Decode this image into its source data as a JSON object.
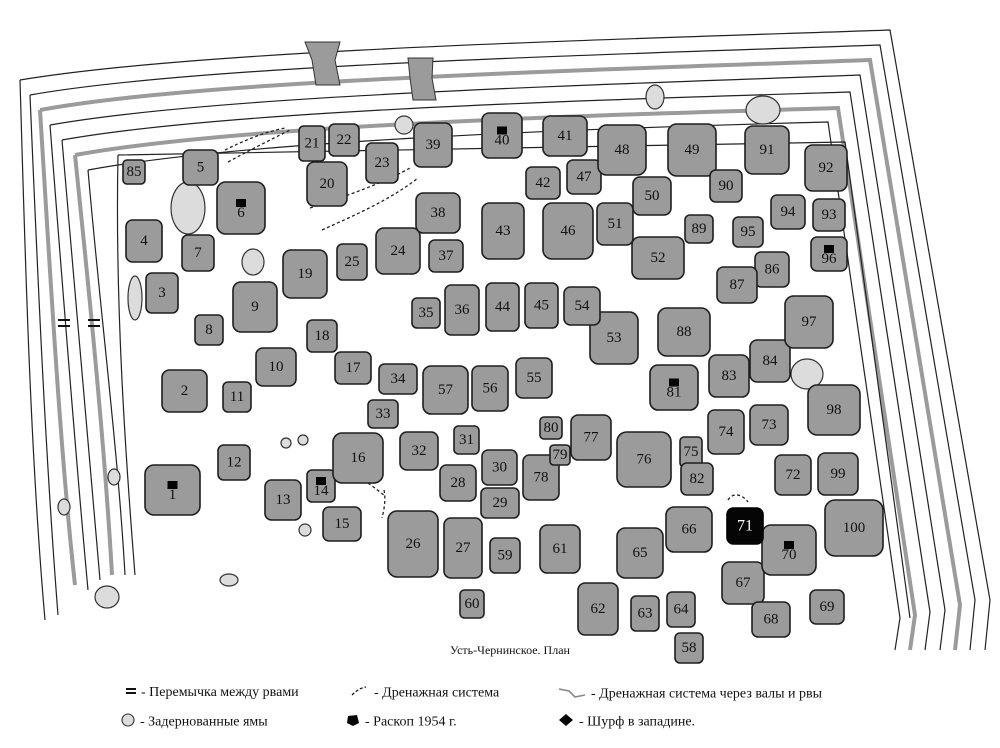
{
  "caption": "Усть-Чернинское. План",
  "legend": {
    "bridge": "- Перемычка между рвами",
    "drainage": "- Дренажная система",
    "drainage_through": "- Дренажная система через валы и рвы",
    "turfed_pits": "- Задернованные ямы",
    "excavation": "- Раскоп 1954 г.",
    "test_pit": "- Шурф в западине."
  },
  "pit_labels": [
    "1",
    "2",
    "3",
    "4",
    "5",
    "6",
    "7",
    "8",
    "9",
    "10",
    "11",
    "12",
    "13",
    "14",
    "15",
    "16",
    "17",
    "18",
    "19",
    "20",
    "21",
    "22",
    "23",
    "24",
    "25",
    "26",
    "27",
    "28",
    "29",
    "30",
    "31",
    "32",
    "33",
    "34",
    "35",
    "36",
    "37",
    "38",
    "39",
    "40",
    "41",
    "42",
    "43",
    "44",
    "45",
    "46",
    "47",
    "48",
    "49",
    "50",
    "51",
    "52",
    "53",
    "54",
    "55",
    "56",
    "57",
    "58",
    "59",
    "60",
    "61",
    "62",
    "63",
    "64",
    "65",
    "66",
    "67",
    "68",
    "69",
    "70",
    "71",
    "72",
    "73",
    "74",
    "75",
    "76",
    "77",
    "78",
    "79",
    "80",
    "81",
    "82",
    "83",
    "84",
    "85",
    "86",
    "87",
    "88",
    "89",
    "90",
    "91",
    "92",
    "93",
    "94",
    "95",
    "96",
    "97",
    "98",
    "99",
    "100"
  ],
  "colors": {
    "pit": "#9b9b9b",
    "excavation": "#050505",
    "turfed": "#dcdcdc"
  }
}
